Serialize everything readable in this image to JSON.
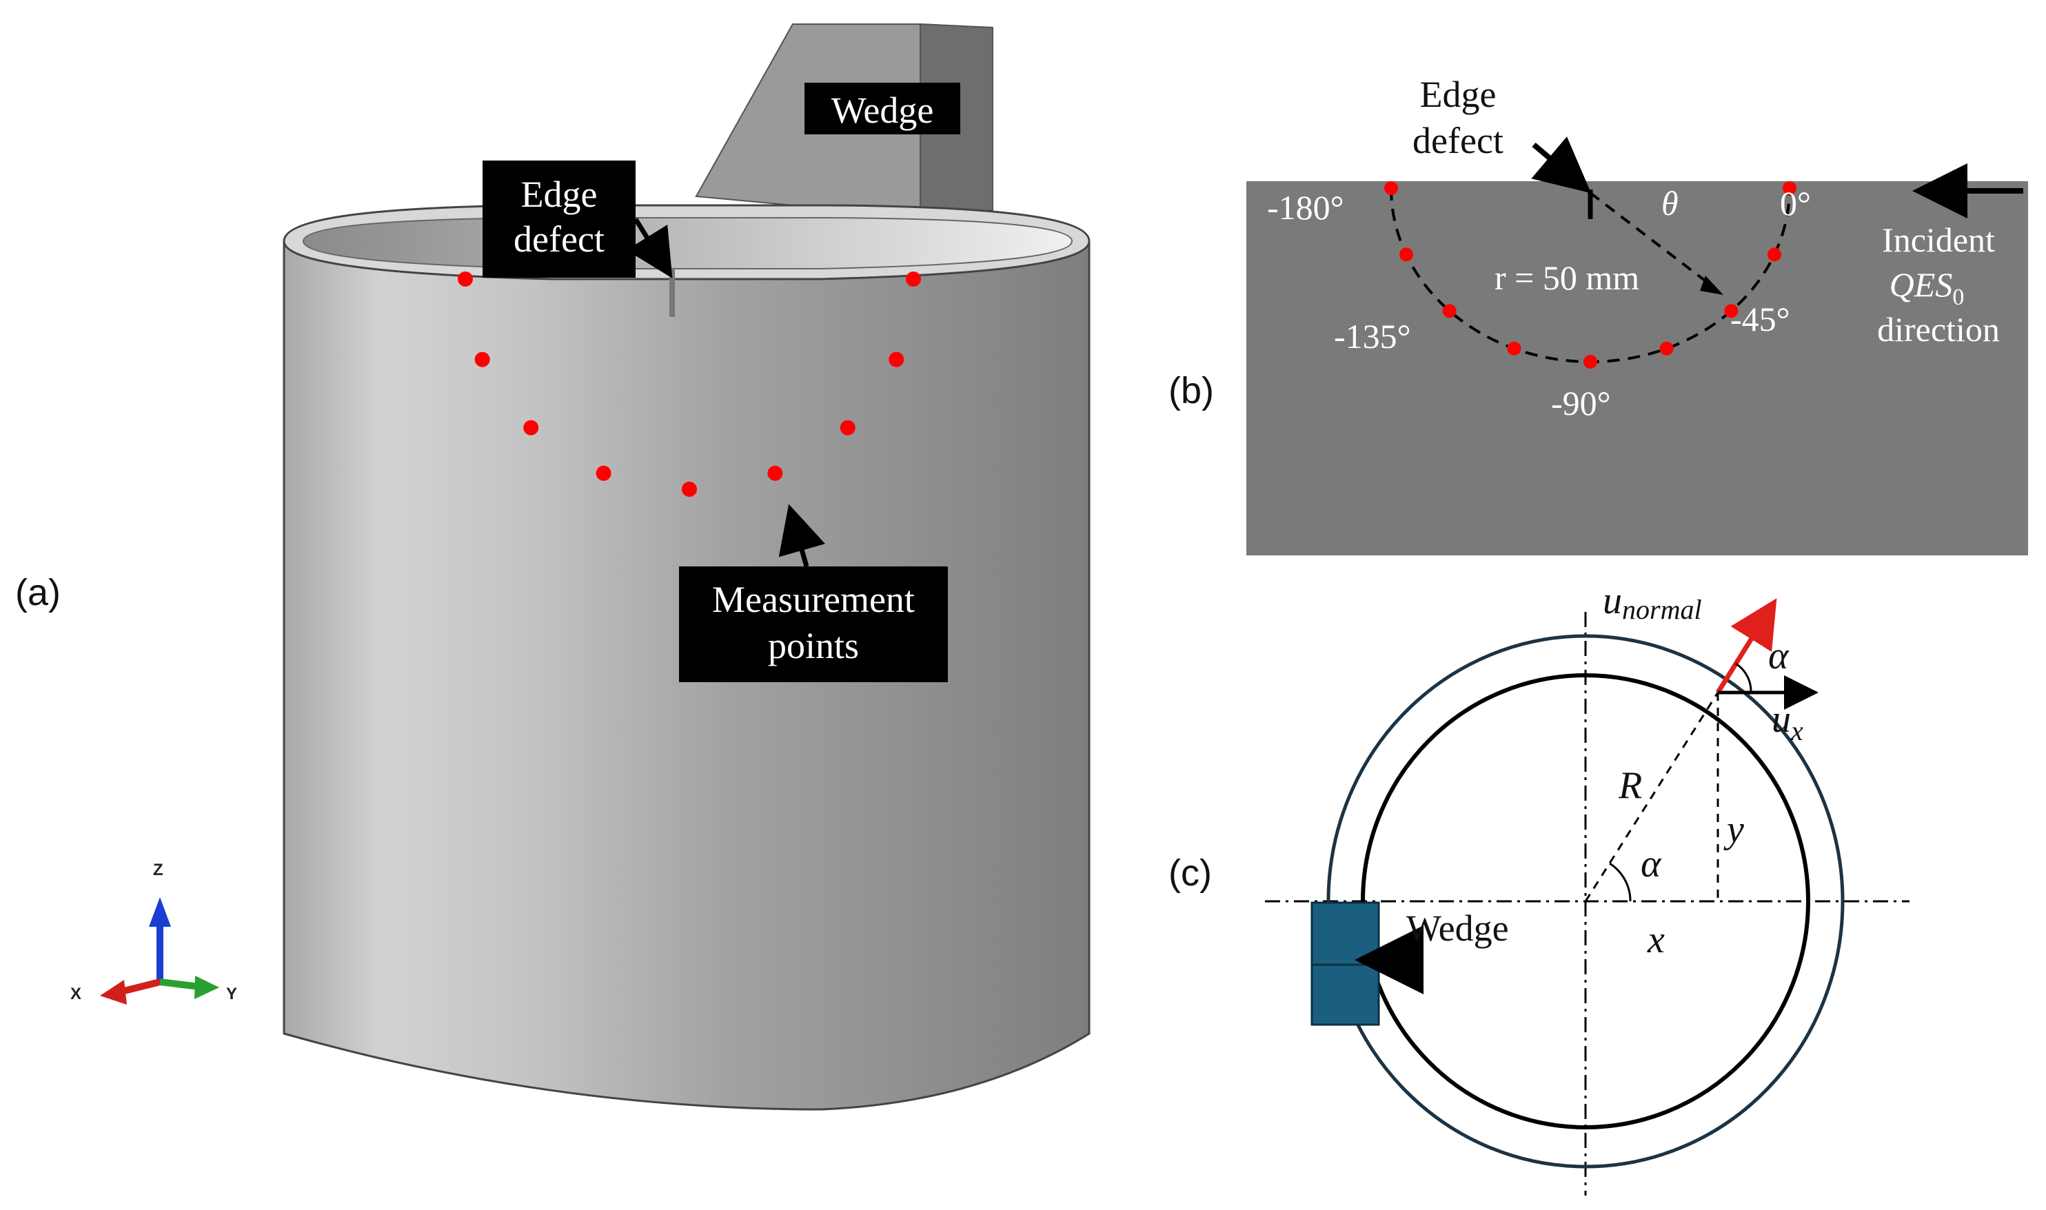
{
  "panels": {
    "a": {
      "label": "(a)",
      "edge_defect_label_line1": "Edge",
      "edge_defect_label_line2": "defect",
      "wedge_label": "Wedge",
      "measurement_label_line1": "Measurement",
      "measurement_label_line2": "points",
      "triad": {
        "z": "Z",
        "x": "X",
        "y": "Y"
      },
      "measurement_point_count": 9
    },
    "b": {
      "label": "(b)",
      "edge_defect_label_line1": "Edge",
      "edge_defect_label_line2": "defect",
      "theta": "θ",
      "radius_label": "r = 50 mm",
      "angles": [
        "-180°",
        "-135°",
        "-90°",
        "-45°",
        "0°"
      ],
      "incident_line1": "Incident",
      "incident_line2": "QES",
      "incident_sub": "0",
      "incident_line3": "direction",
      "measurement_point_count": 9
    },
    "c": {
      "label": "(c)",
      "u_normal": "u",
      "u_normal_sub": "normal",
      "alpha_top": "α",
      "u_x": "u",
      "u_x_sub": "x",
      "R": "R",
      "alpha_center": "α",
      "y": "y",
      "x": "x",
      "wedge_label": "Wedge"
    }
  },
  "colors": {
    "measurement_point": "#ff0000",
    "label_box": "#000000",
    "plate": "#7a7a7a",
    "wedge_block": "#1a5f80",
    "u_normal_arrow": "#e0201a",
    "triad_z": "#1a3fd0",
    "triad_x": "#d0201a",
    "triad_y": "#2aa030"
  }
}
